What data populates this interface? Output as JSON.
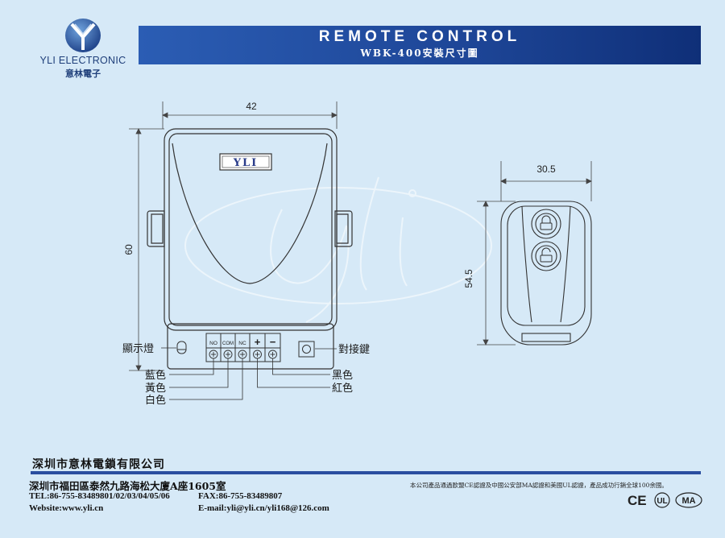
{
  "header": {
    "brand_en": "YLI ELECTRONIC",
    "brand_cn": "意林電子",
    "title": "REMOTE CONTROL",
    "subtitle": "WBK-400安裝尺寸圖"
  },
  "receiver": {
    "badge": "YLI",
    "width_dim": "42",
    "height_dim": "60",
    "terminals": [
      "NO",
      "COM",
      "NC",
      "+",
      "−"
    ],
    "labels": {
      "led": "顯示燈",
      "pair_key": "對接鍵",
      "blue": "藍色",
      "yellow": "黃色",
      "white": "白色",
      "black": "黑色",
      "red": "紅色"
    }
  },
  "remote": {
    "width_dim": "30.5",
    "height_dim": "54.5"
  },
  "footer": {
    "company": "深圳市意林電鎖有限公司",
    "address": "深圳市福田區泰然九路海松大廈A座1605室",
    "tel": "TEL:86-755-83489801/02/03/04/05/06",
    "fax": "FAX:86-755-83489807",
    "website": "Website:www.yli.cn",
    "email": "E-mail:yli@yli.cn/yli168@126.com",
    "note": "本公司產品通過歐盟CE認證及中國公安部MA認證和美國UL認證，產品成功行銷全球100余國。",
    "certs": [
      "CE",
      "UL",
      "MA"
    ]
  },
  "colors": {
    "banner": "#1d4596",
    "background": "#d6e9f7",
    "line": "#333333"
  }
}
